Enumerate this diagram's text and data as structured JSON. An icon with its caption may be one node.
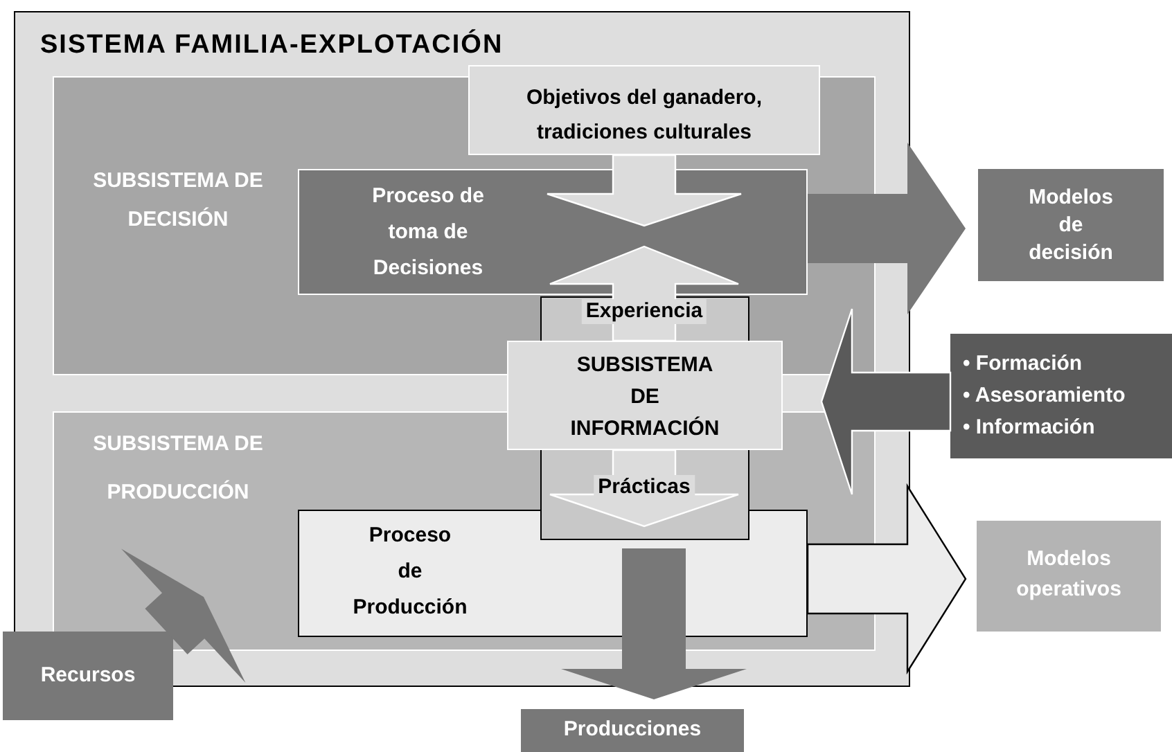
{
  "diagram": {
    "nodes": [
      {
        "text": [
          "SISTEMA FAMILIA-EXPLOTACIÓN"
        ]
      },
      {
        "text": [
          "SUBSISTEMA DE DECISIÓN"
        ],
        "in": 0
      },
      {
        "text": [
          "Objetivos del ganadero, tradiciones culturales"
        ],
        "in": 0
      },
      {
        "text": [
          "Proceso de toma de Decisiones"
        ],
        "in": 1
      },
      {
        "text": [
          "Modelos de decisión"
        ]
      },
      {
        "text": [
          "SUBSISTEMA DE INFORMACIÓN"
        ],
        "in": 0
      },
      {
        "text": [
          "• Formación",
          "• Asesoramiento",
          "• Información"
        ]
      },
      {
        "text": [
          "SUBSISTEMA DE PRODUCCIÓN"
        ],
        "in": 0
      },
      {
        "text": [
          "Proceso de Producción"
        ],
        "in": 7
      },
      {
        "text": [
          "Modelos operativos"
        ]
      },
      {
        "text": [
          "Recursos"
        ]
      },
      {
        "text": [
          "Producciones"
        ]
      }
    ],
    "edges": [
      {
        "from": 2,
        "to": 3,
        "arrow": "to",
        "color": "#dcdcdc"
      },
      {
        "from": 3,
        "to": 4,
        "arrow": "to"
      },
      {
        "from": 5,
        "to": 3,
        "arrow": "to",
        "label": "Experiencia",
        "color": "#dcdcdc"
      },
      {
        "from": 5,
        "to": 8,
        "arrow": "to",
        "label": "Prácticas",
        "color": "#dcdcdc"
      },
      {
        "from": 6,
        "to": 5,
        "arrow": "to",
        "color": "#5a5a5a"
      },
      {
        "from": 8,
        "to": 9,
        "arrow": "to",
        "color": "#ececec"
      },
      {
        "from": 8,
        "to": 11,
        "arrow": "to"
      },
      {
        "from": 10,
        "to": 7,
        "arrow": "to"
      }
    ]
  }
}
